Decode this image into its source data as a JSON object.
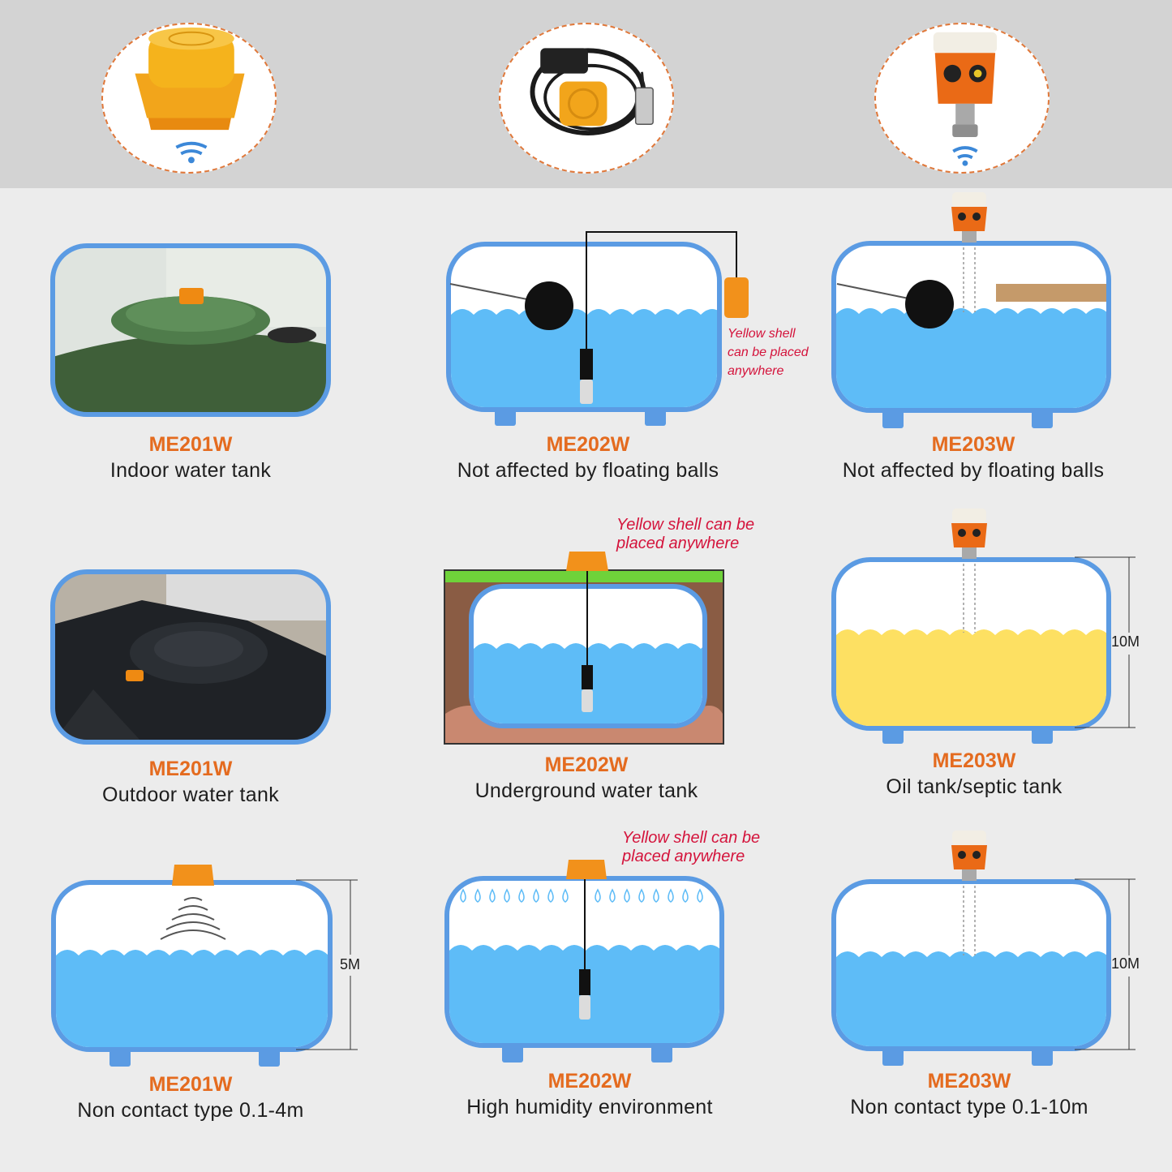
{
  "products": [
    {
      "id": "ME201W",
      "icon": "flat-sensor-icon"
    },
    {
      "id": "ME202W",
      "icon": "submersible-probe-icon"
    },
    {
      "id": "ME203W",
      "icon": "radar-sensor-icon"
    }
  ],
  "cells": [
    {
      "model": "ME201W",
      "desc": "Indoor water tank"
    },
    {
      "model": "ME202W",
      "desc": "Not affected by floating balls"
    },
    {
      "model": "ME203W",
      "desc": "Not affected by floating balls"
    },
    {
      "model": "ME201W",
      "desc": "Outdoor water tank"
    },
    {
      "model": "ME202W",
      "desc": "Underground water tank"
    },
    {
      "model": "ME203W",
      "desc": "Oil tank/septic tank"
    },
    {
      "model": "ME201W",
      "desc": "Non contact type 0.1-4m"
    },
    {
      "model": "ME202W",
      "desc": "High humidity environment"
    },
    {
      "model": "ME203W",
      "desc": "Non contact type 0.1-10m"
    }
  ],
  "notes": {
    "small": [
      "Yellow shell",
      "can be placed",
      "anywhere"
    ],
    "underground": [
      "Yellow shell can be",
      "placed anywhere"
    ],
    "humidity": [
      "Yellow shell can be",
      "placed anywhere"
    ]
  },
  "dims": {
    "oil": "10M",
    "noncontact4": "5M",
    "noncontact10": "10M"
  },
  "colors": {
    "accent": "#e46b1f",
    "water": "#5ebcf7",
    "tank_border": "#5b9be3",
    "oil": "#fde062",
    "note": "#d4143c"
  }
}
